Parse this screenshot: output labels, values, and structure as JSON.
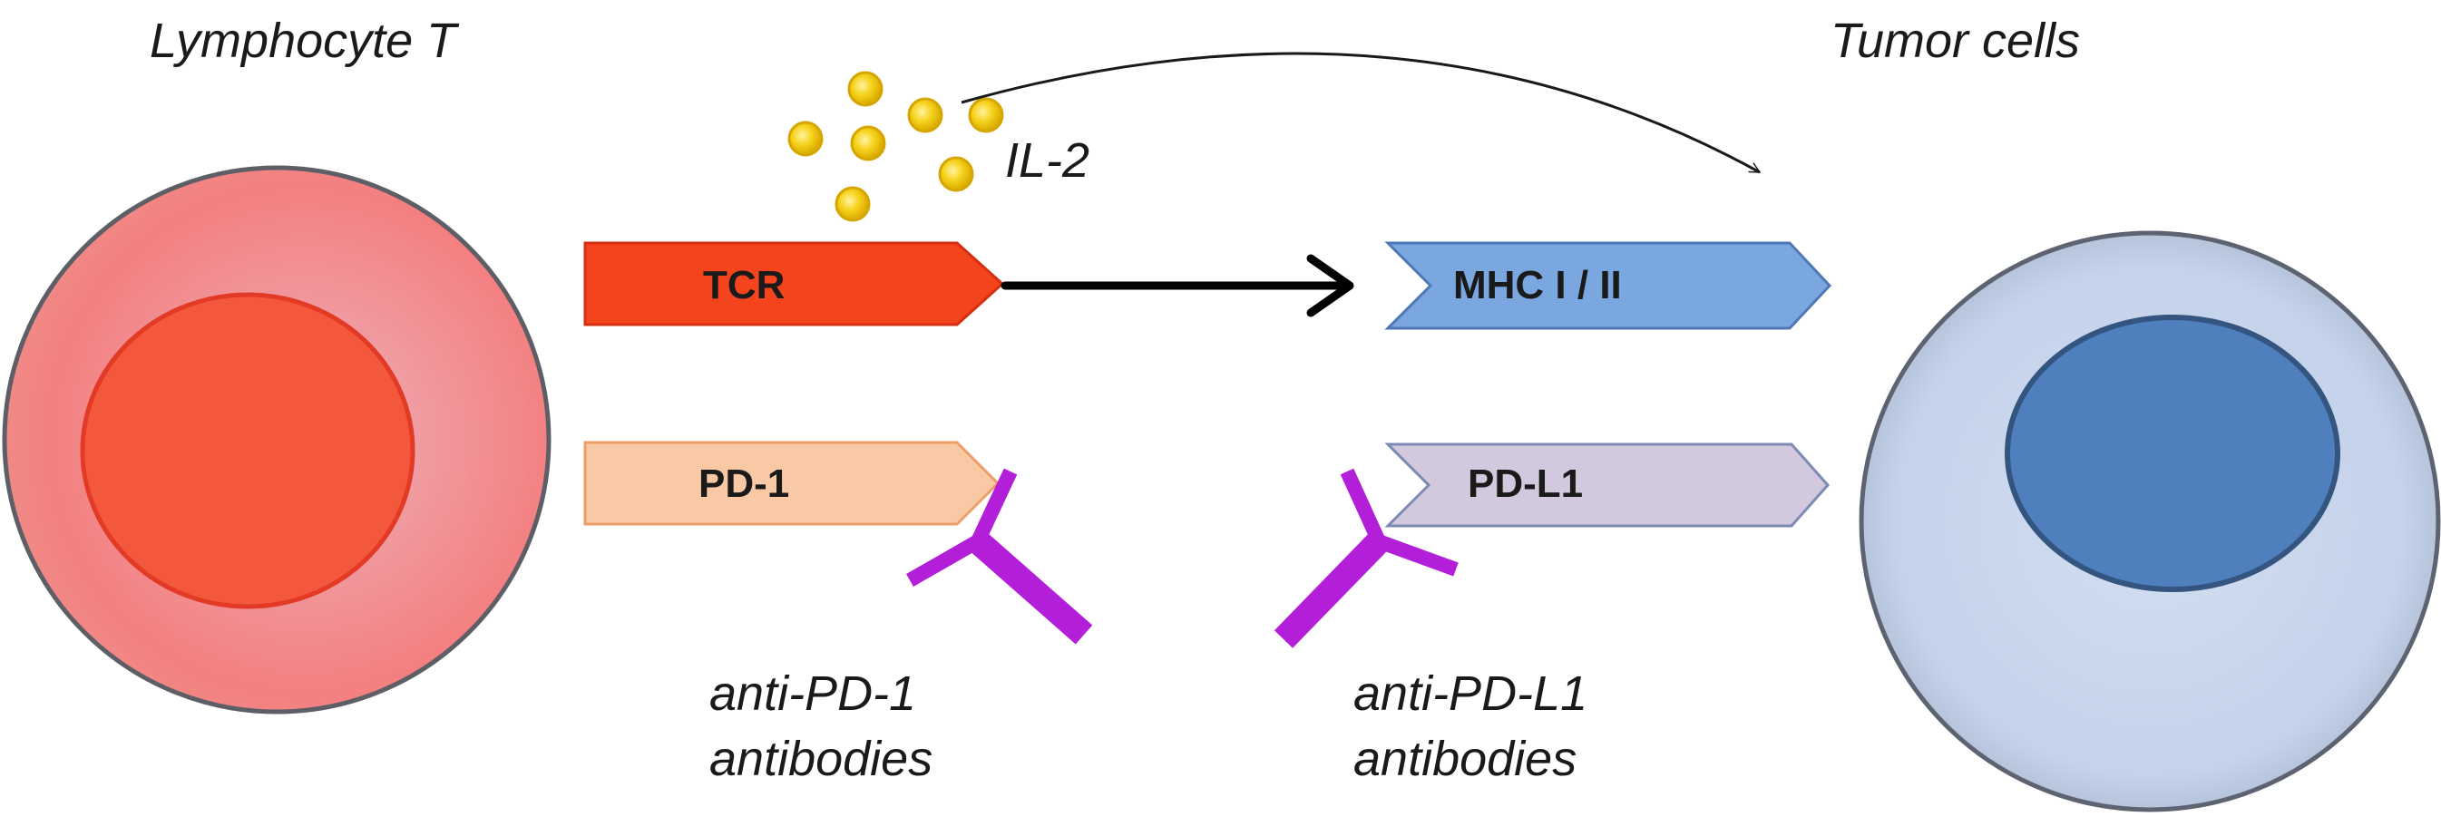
{
  "labels": {
    "t_cell": "Lymphocyte T",
    "tumor": "Tumor cells",
    "il2": "IL-2",
    "tcr": "TCR",
    "mhc": "MHC I / II",
    "pd1": "PD-1",
    "pdl1": "PD-L1",
    "anti_pd1_line1": "anti-PD-1",
    "anti_pd1_line2": "antibodies",
    "anti_pdl1_line1": "anti-PD-L1",
    "anti_pdl1_line2": "antibodies"
  },
  "colors": {
    "t_cell_edge": "#f47d7d",
    "t_cell_center": "#c8bcd6",
    "t_nucleus": "#f4583c",
    "tumor_cell": "#c5d3ea",
    "tumor_nucleus": "#4f80bd",
    "tcr": "#f4441e",
    "mhc": "#6f9fdd",
    "pd1": "#f9c8a5",
    "pdl1": "#cdc3dc",
    "antibody": "#b31fd8",
    "il2": "#f2c917"
  }
}
